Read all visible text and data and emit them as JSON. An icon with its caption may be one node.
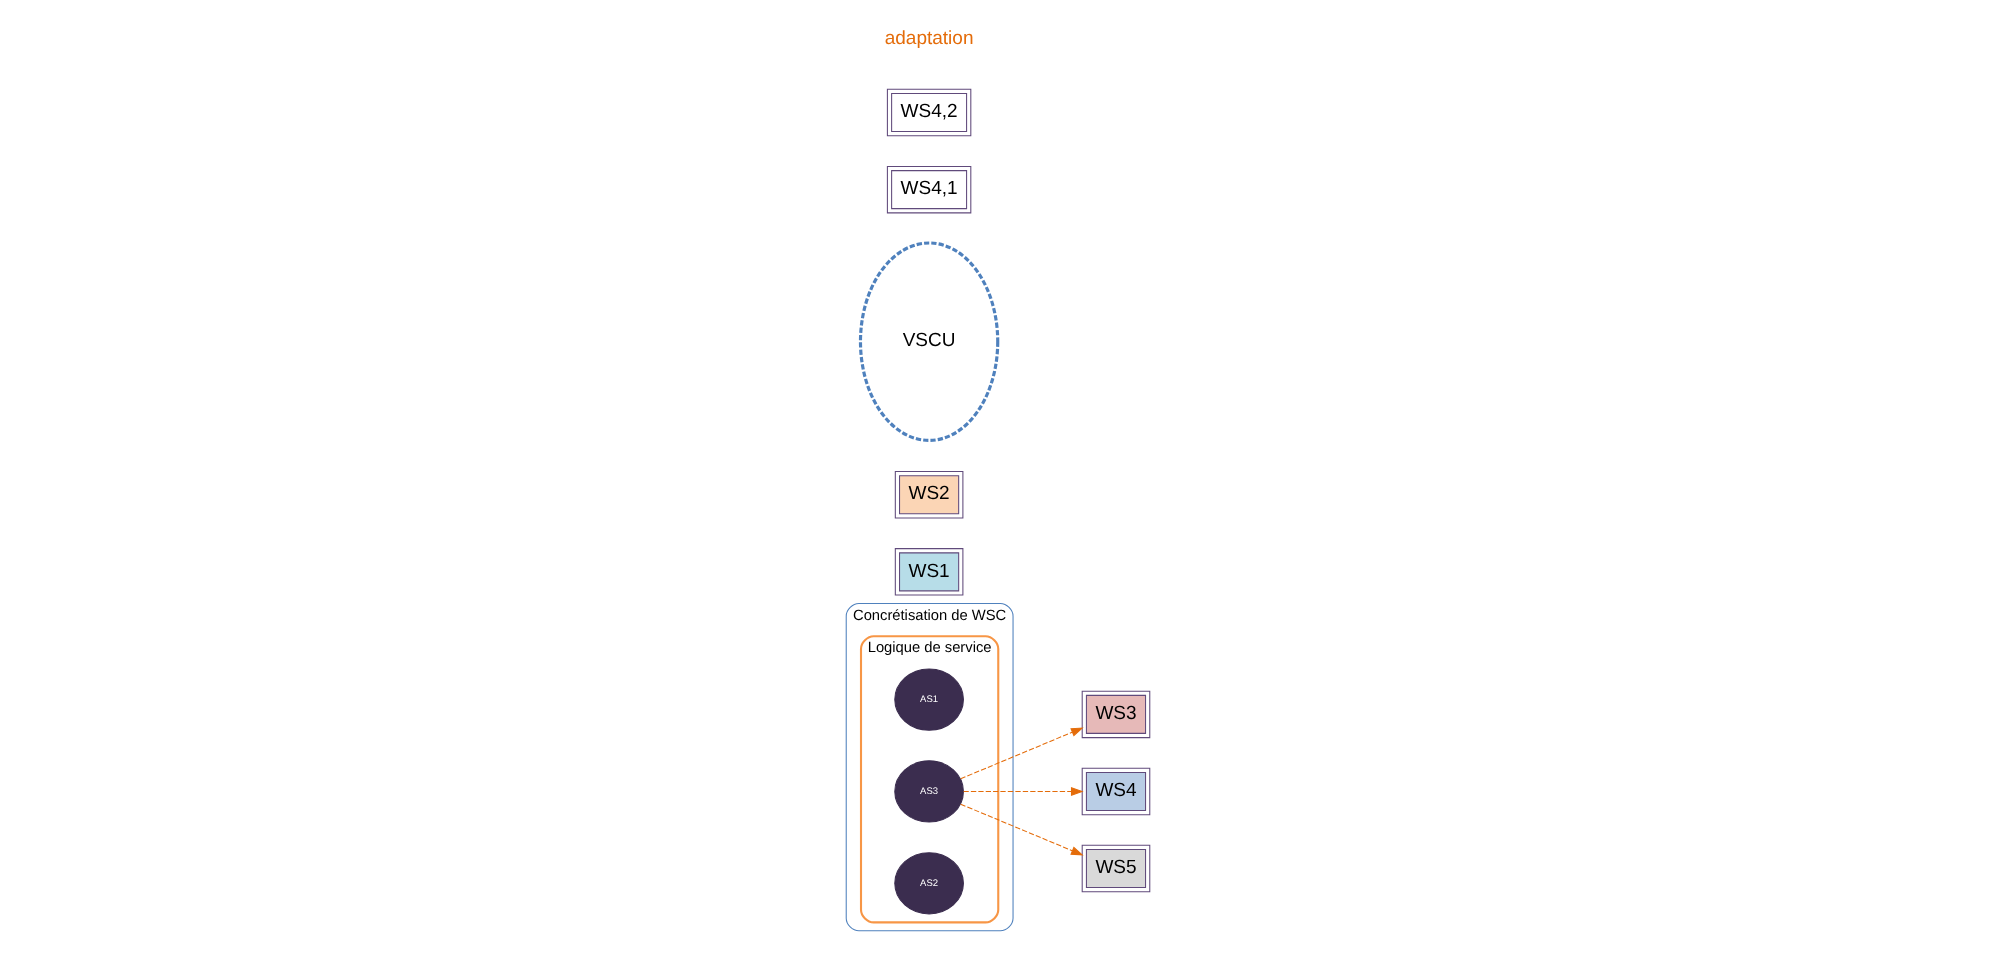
{
  "diagram": {
    "nodes": [
      {
        "text": [
          "Concrétisation de WSC"
        ]
      },
      {
        "text": [
          "Logique de service"
        ],
        "in": 0
      },
      {
        "text": [
          "AS1"
        ],
        "in": 1
      },
      {
        "text": [
          "AS3"
        ],
        "in": 1
      },
      {
        "text": [
          "AS2"
        ],
        "in": 1
      },
      {
        "text": [
          "WS1"
        ]
      },
      {
        "text": [
          "WS3"
        ]
      },
      {
        "text": [
          "WS4"
        ]
      },
      {
        "text": [
          "WS5"
        ]
      },
      {
        "text": [
          "WS2"
        ]
      },
      {
        "text": [
          "VSCU"
        ]
      },
      {
        "text": [
          "WS4,1"
        ]
      },
      {
        "text": [
          "WS4,2"
        ]
      }
    ],
    "edges": [
      {
        "from": 3,
        "to": 6,
        "arrow": "to",
        "style": "dashed"
      },
      {
        "from": 3,
        "to": 7,
        "arrow": "to",
        "style": "dashed"
      },
      {
        "from": 3,
        "to": 8,
        "arrow": "to",
        "style": "dashed"
      }
    ],
    "labels": [
      "adaptation"
    ]
  }
}
